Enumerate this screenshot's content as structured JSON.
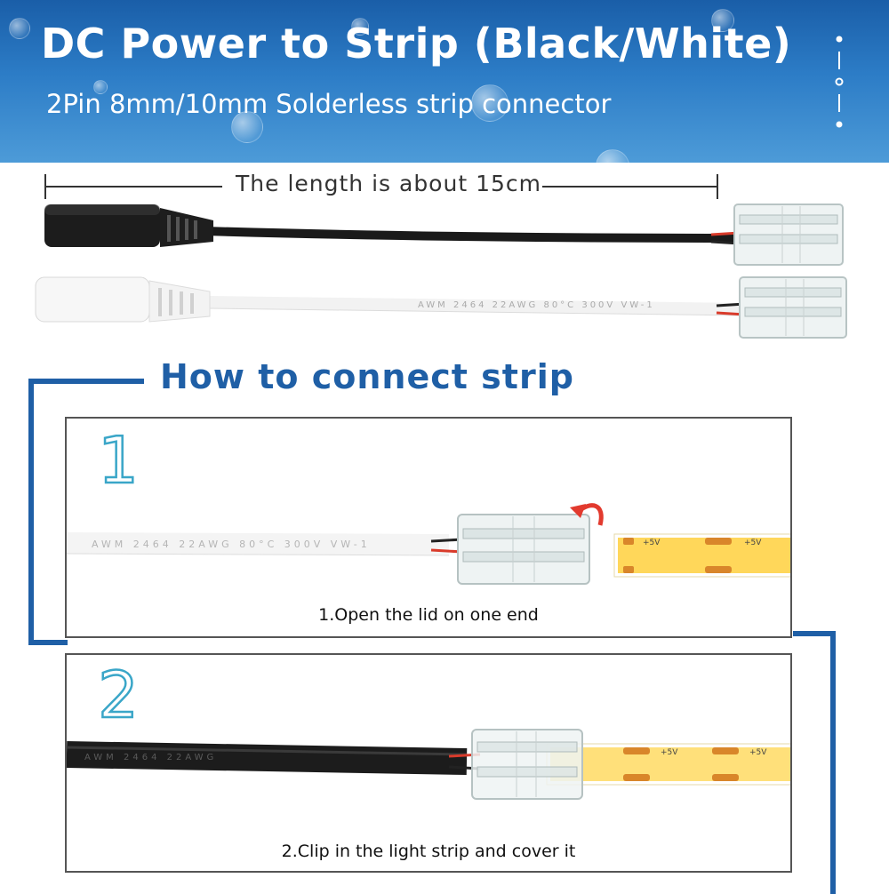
{
  "banner": {
    "title": "DC Power to Strip (Black/White)",
    "subtitle": "2Pin 8mm/10mm Solderless strip connector"
  },
  "length": {
    "label": "The length is about 15cm"
  },
  "cables": {
    "white_print": "AWM  2464  22AWG  80°C  300V  VW-1"
  },
  "section": {
    "title": "How to connect strip"
  },
  "steps": [
    {
      "number": "1",
      "caption": "1.Open the lid on one end",
      "cable_print": "AWM  2464  22AWG  80°C  300V  VW-1",
      "strip_label": "+5V"
    },
    {
      "number": "2",
      "caption": "2.Clip in the light strip and cover it",
      "cable_print": "AWM  2464  22AWG",
      "strip_label": "+5V"
    }
  ],
  "colors": {
    "banner": "#2c7cc6",
    "accent_blue": "#1f5fa6",
    "step_number": "#3aa6c8",
    "strip_yellow": "#ffd75a",
    "strip_pad": "#d9862a"
  }
}
